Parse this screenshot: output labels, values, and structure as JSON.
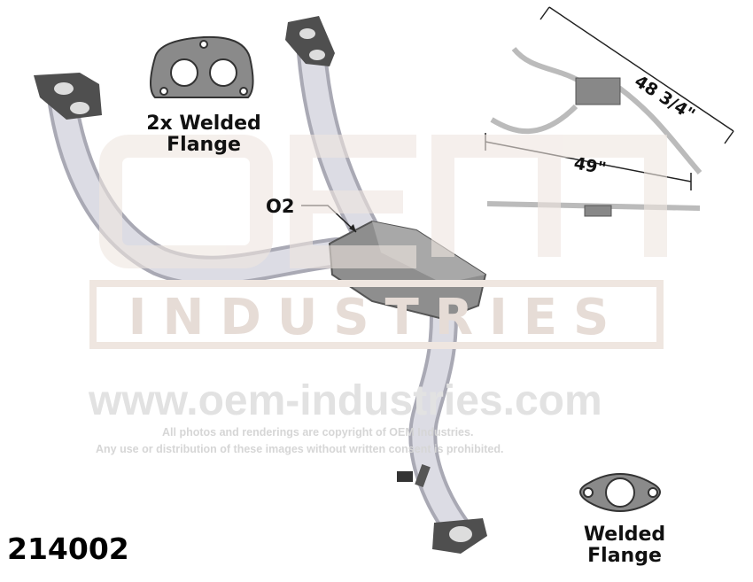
{
  "watermark": {
    "logo_text": "OEM",
    "logo_sub": "INDUSTRIES",
    "url": "www.oem-industries.com",
    "copyright_line1": "All photos and renderings are copyright of OEM Industries.",
    "copyright_line2": "Any use or distribution of these images without written consent is prohibited."
  },
  "labels": {
    "front_flange": "2x Welded\nFlange",
    "front_flange_line1": "2x Welded",
    "front_flange_line2": "Flange",
    "rear_flange_line1": "Welded",
    "rear_flange_line2": "Flange",
    "o2": "O2",
    "dimension_overall": "48 3/4\"",
    "dimension_length": "49\""
  },
  "part_number": "214002",
  "colors": {
    "pipe": "#d4d4dc",
    "converter": "#8a8a8a",
    "flange": "#5a5a5a"
  }
}
